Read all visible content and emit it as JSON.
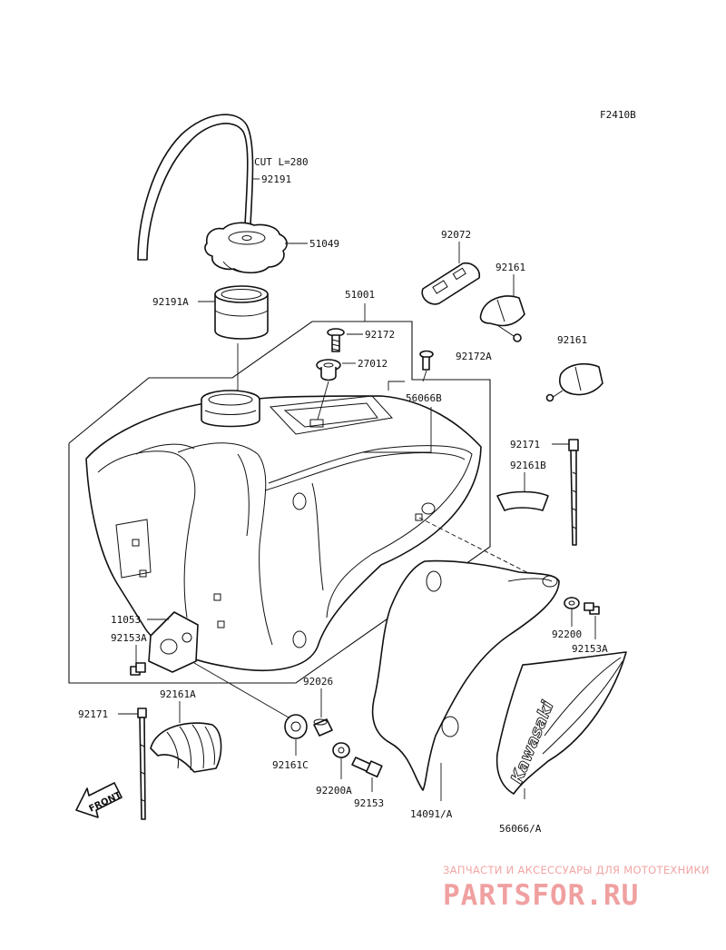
{
  "diagram_code": "F2410B",
  "callouts": {
    "cut_length": "CUT L=280",
    "p92191": "92191",
    "p51049": "51049",
    "p92191A": "92191A",
    "p51001": "51001",
    "p92172": "92172",
    "p27012": "27012",
    "p92172A": "92172A",
    "p92072": "92072",
    "p92161_upper": "92161",
    "p92161_lower": "92161",
    "p56066B": "56066B",
    "p92171_right": "92171",
    "p92161B": "92161B",
    "p11053": "11053",
    "p92153A_left": "92153A",
    "p92200": "92200",
    "p92153A_right": "92153A",
    "p92171_left": "92171",
    "p92161A": "92161A",
    "p92026": "92026",
    "p92161C": "92161C",
    "p92200A": "92200A",
    "p92153": "92153",
    "p14091A": "14091/A",
    "p56066A": "56066/A"
  },
  "decal_brand": "Kawasaki",
  "front_arrow_label": "FRONT",
  "watermark": {
    "tagline": "ЗАПЧАСТИ И АКСЕССУАРЫ ДЛЯ МОТОТЕХНИКИ",
    "site": "PARTSFOR.RU"
  },
  "colors": {
    "line": "#111111",
    "watermark": "#f0a0a0"
  }
}
